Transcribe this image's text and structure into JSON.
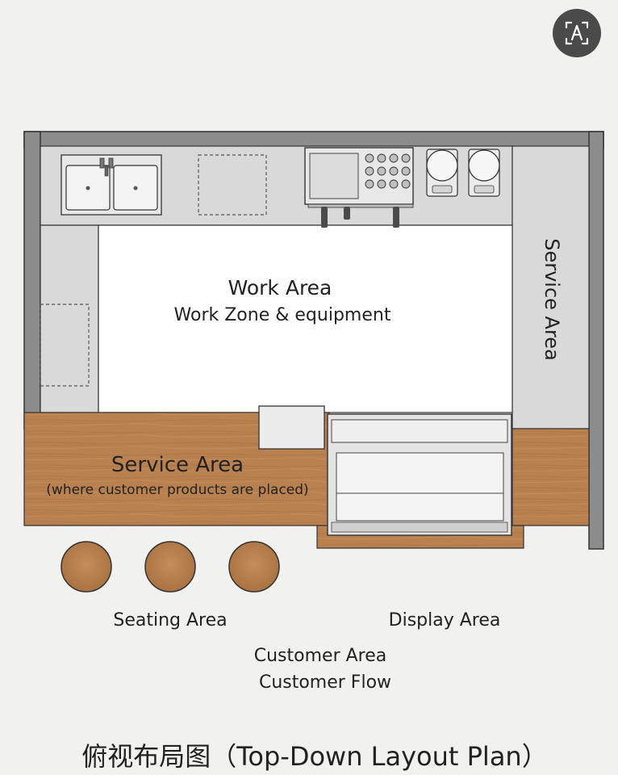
{
  "labels": {
    "work_area": "Work Area",
    "work_zone": "Work Zone & equipment",
    "service_area_right": "Service Area",
    "service_area_counter": "Service Area",
    "service_area_note": "(where customer products are placed)",
    "seating_area": "Seating Area",
    "display_area": "Display Area",
    "customer_area": "Customer Area",
    "customer_flow": "Customer Flow",
    "caption": "俯视布局图（Top-Down Layout Plan）"
  },
  "icons": {
    "translate_button": "translate-icon"
  },
  "colors": {
    "background": "#f1f1f0",
    "wall": "#8c8c8c",
    "counter": "#d9d9d9",
    "wood": "#b98150",
    "floor": "#ffffff",
    "line": "#333333"
  }
}
